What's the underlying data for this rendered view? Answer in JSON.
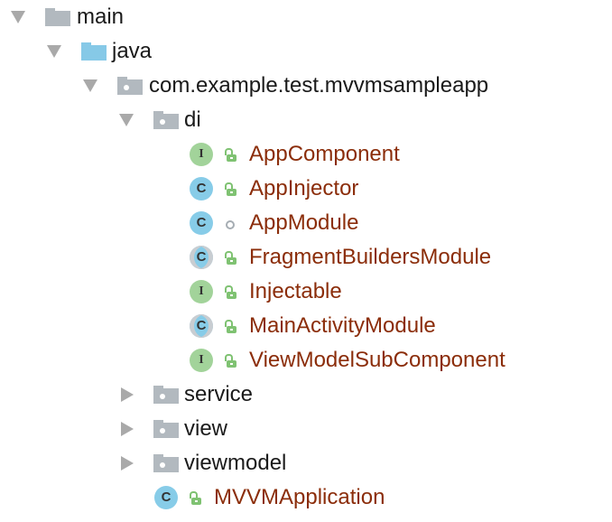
{
  "tree": {
    "main": {
      "label": "main",
      "expanded": true,
      "icon": "folder-icon"
    },
    "java": {
      "label": "java",
      "expanded": true,
      "icon": "source-folder-icon"
    },
    "package": {
      "label": "com.example.test.mvvmsampleapp",
      "expanded": true,
      "icon": "package-icon"
    },
    "di": {
      "label": "di",
      "expanded": true,
      "icon": "package-icon",
      "children": [
        {
          "label": "AppComponent",
          "kind": "interface",
          "badge": "I",
          "access": "public"
        },
        {
          "label": "AppInjector",
          "kind": "class",
          "badge": "C",
          "access": "public"
        },
        {
          "label": "AppModule",
          "kind": "class",
          "badge": "C",
          "access": "package-private"
        },
        {
          "label": "FragmentBuildersModule",
          "kind": "abstract-class",
          "badge": "C",
          "access": "public"
        },
        {
          "label": "Injectable",
          "kind": "interface",
          "badge": "I",
          "access": "public"
        },
        {
          "label": "MainActivityModule",
          "kind": "abstract-class",
          "badge": "C",
          "access": "public"
        },
        {
          "label": "ViewModelSubComponent",
          "kind": "interface",
          "badge": "I",
          "access": "public"
        }
      ]
    },
    "service": {
      "label": "service",
      "expanded": false,
      "icon": "package-icon"
    },
    "view": {
      "label": "view",
      "expanded": false,
      "icon": "package-icon"
    },
    "viewmodel": {
      "label": "viewmodel",
      "expanded": false,
      "icon": "package-icon"
    },
    "app": {
      "label": "MVVMApplication",
      "kind": "class",
      "badge": "C",
      "access": "public"
    }
  },
  "colors": {
    "arrow": "#a9a9a9",
    "folder": "#b2b9bf",
    "source_folder": "#86c9e7",
    "interface_badge": "#a2d39a",
    "class_badge": "#87cce8",
    "lock": "#7fc272",
    "class_text": "#8b2d0a",
    "folder_text": "#1a1a1a"
  }
}
